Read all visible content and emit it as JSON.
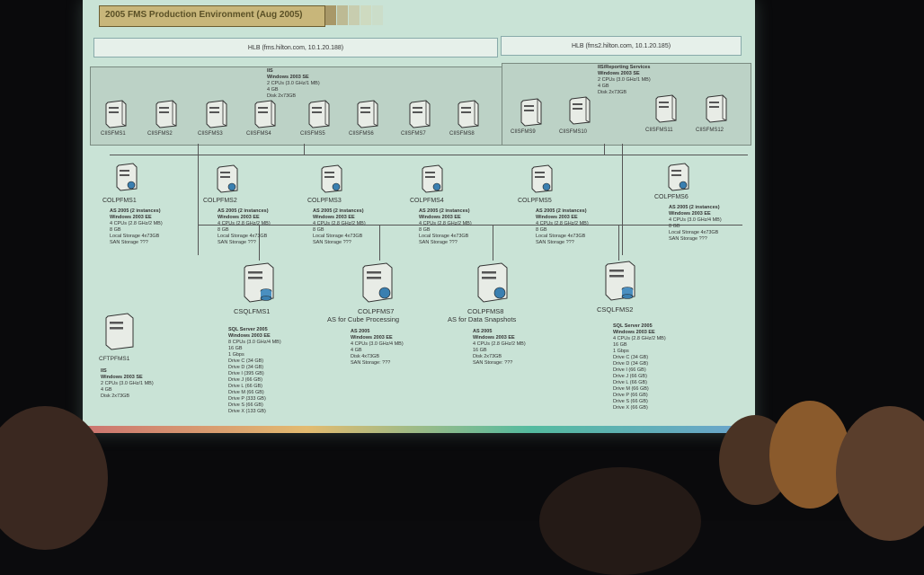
{
  "slide": {
    "title": "2005 FMS Production Environment (Aug 2005)",
    "hlb_left": "HLB (fms.hilton.com, 10.1.20.188)",
    "hlb_right": "HLB (fms2.hilton.com, 10.1.20.185)",
    "web_group_left": {
      "specs": [
        "IIS",
        "Windows 2003 SE",
        "2 CPUs (3.0 GHz/1 MB)",
        "4 GB",
        "Disk 2x73GB"
      ],
      "servers": [
        "CIISFMS1",
        "CIISFMS2",
        "CIISFMS3",
        "CIISFMS4",
        "CIISFMS5",
        "CIISFMS6",
        "CIISFMS7",
        "CIISFMS8"
      ]
    },
    "web_group_right": {
      "specs": [
        "IIS/Reporting Services",
        "Windows 2003 SE",
        "2 CPUs (3.0 GHz/1 MB)",
        "4 GB",
        "Disk 2x73GB"
      ],
      "servers": [
        "CIISFMS9",
        "CIISFMS10",
        "CIISFMS11",
        "CIISFMS12"
      ]
    },
    "app_servers": [
      {
        "name": "COLPFMS1",
        "specs": [
          "AS 2005 (2 instances)",
          "Windows 2003 EE",
          "4 CPUs (2.8 GHz/2 MB)",
          "8 GB",
          "Local Storage 4x73GB",
          "SAN Storage ???"
        ]
      },
      {
        "name": "COLPFMS2",
        "specs": [
          "AS 2005 (2 instances)",
          "Windows 2003 EE",
          "4 CPUs (2.8 GHz/2 MB)",
          "8 GB",
          "Local Storage 4x73GB",
          "SAN Storage ???"
        ]
      },
      {
        "name": "COLPFMS3",
        "specs": [
          "AS 2005 (2 instances)",
          "Windows 2003 EE",
          "4 CPUs (2.8 GHz/2 MB)",
          "8 GB",
          "Local Storage 4x73GB",
          "SAN Storage ???"
        ]
      },
      {
        "name": "COLPFMS4",
        "specs": [
          "AS 2005 (2 instances)",
          "Windows 2003 EE",
          "4 CPUs (2.8 GHz/2 MB)",
          "8 GB",
          "Local Storage 4x73GB",
          "SAN Storage ???"
        ]
      },
      {
        "name": "COLPFMS5",
        "specs": [
          "AS 2005 (2 instances)",
          "Windows 2003 EE",
          "4 CPUs (2.8 GHz/2 MB)",
          "8 GB",
          "Local Storage 4x73GB",
          "SAN Storage ???"
        ]
      },
      {
        "name": "COLPFMS6",
        "specs": [
          "AS 2005 (2 instances)",
          "Windows 2003 EE",
          "4 CPUs (3.0 GHz/4 MB)",
          "8 GB",
          "Local Storage 4x73GB",
          "SAN Storage ???"
        ]
      }
    ],
    "sql1": {
      "name": "CSQLFMS1",
      "specs": [
        "SQL Server 2005",
        "Windows 2003 EE",
        "8 CPUs (3.0 GHz/4 MB)",
        "16 GB",
        "1 Gbps",
        "Drive C (34 GB)",
        "Drive D (34 GB)",
        "Drive I (395 GB)",
        "Drive J (66 GB)",
        "Drive L (66 GB)",
        "Drive M (66 GB)",
        "Drive P (333 GB)",
        "Drive S (66 GB)",
        "Drive X (133 GB)"
      ]
    },
    "colp7": {
      "name": "COLPFMS7",
      "role": "AS for Cube Processing",
      "specs": [
        "AS 2005",
        "Windows 2003 EE",
        "4 CPUs (3.0 GHz/4 MB)",
        "4 GB",
        "Disk 4x73GB",
        "SAN Storage: ???"
      ]
    },
    "colp8": {
      "name": "COLPFMS8",
      "role": "AS for Data Snapshots",
      "specs": [
        "AS 2005",
        "Windows 2003 EE",
        "4 CPUs (2.8 GHz/2 MB)",
        "16 GB",
        "Disk 2x73GB",
        "SAN Storage: ???"
      ]
    },
    "sql2": {
      "name": "CSQLFMS2",
      "specs": [
        "SQL Server 2005",
        "Windows 2003 EE",
        "4 CPUs (2.8 GHz/2 MB)",
        "16 GB",
        "1 Gbps",
        "Drive C (34 GB)",
        "Drive D (34 GB)",
        "Drive I (66 GB)",
        "Drive J (66 GB)",
        "Drive L (66 GB)",
        "Drive M (66 GB)",
        "Drive P (66 GB)",
        "Drive S (66 GB)",
        "Drive X (66 GB)"
      ]
    },
    "ftp": {
      "name": "CFTPFMS1",
      "specs": [
        "IIS",
        "Windows 2003 SE",
        "2 CPUs (3.0 GHz/1 MB)",
        "4 GB",
        "Disk 2x73GB"
      ]
    }
  },
  "colors": {
    "screen": "#c9e3d6",
    "title_fill": "#c8b67a",
    "group_fill": "#bcd2c6"
  }
}
